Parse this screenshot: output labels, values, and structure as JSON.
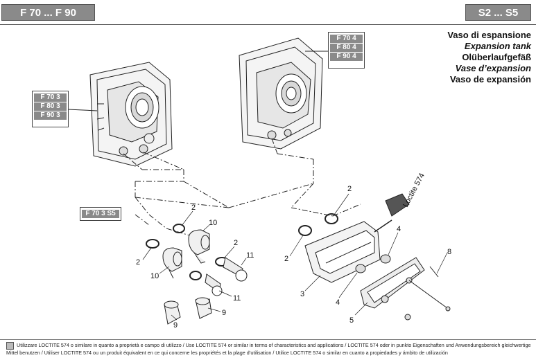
{
  "header": {
    "left_badge": "F 70 ... F 90",
    "right_badge": "S2 ... S5"
  },
  "title": {
    "it": "Vaso di espansione",
    "en": "Expansion tank",
    "de": "Olüberlaufgefäß",
    "fr": "Vase d’expansion",
    "es": "Vaso de expansión"
  },
  "model_boxes": {
    "left": [
      "F 70 3",
      "F 80 3",
      "F 90 3"
    ],
    "right": [
      "F 70 4",
      "F 80 4",
      "F 90 4"
    ],
    "kit": "F 70 3 S5"
  },
  "callouts": {
    "c2a": "2",
    "c10a": "10",
    "c2b": "2",
    "c11a": "11",
    "c2c": "2",
    "c10b": "10",
    "c11b": "11",
    "c9a": "9",
    "c9b": "9",
    "c2d": "2",
    "c2e": "2",
    "c3": "3",
    "c4a": "4",
    "c4b": "4",
    "c8": "8",
    "c5": "5"
  },
  "tank_label": "Loctite 574",
  "footer": {
    "text": "Utilizzare LOCTITE 574 o similare in quanto a proprietà e campo di utilizzo / Use LOCTITE 574 or similar in terms of characteristics and applications / LOCTITE 574 oder in punkto Eigenschaften und Anwendungsbereich gleichwertige Mittel benutzen / Utiliser LOCTITE 574 ou un produit équivalent en ce qui concerne les propriétés et la plage d’utilisation / Utilice LOCTITE 574 o similar en cuanto a propiedades y ámbito de utilización"
  }
}
